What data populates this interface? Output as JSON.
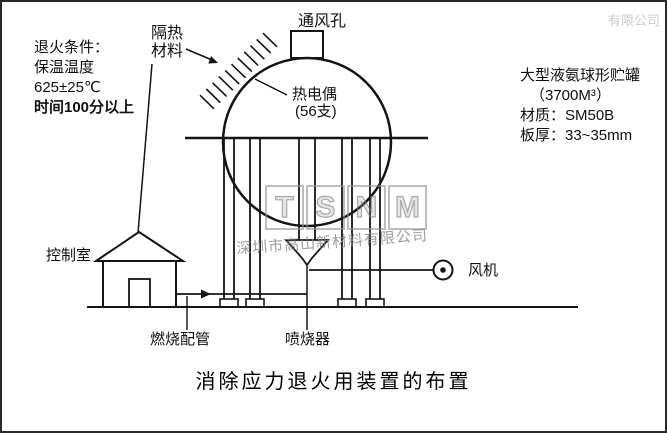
{
  "caption": "消除应力退火用装置的布置",
  "annotations": {
    "vent_label": "通风孔",
    "insulation_label_line1": "隔热",
    "insulation_label_line2": "材料",
    "thermocouple_label_line1": "热电偶",
    "thermocouple_label_line2": "(56支)",
    "control_room_label": "控制室",
    "fan_label": "风机",
    "fuel_pipe_label": "燃烧配管",
    "burner_label": "喷烧器"
  },
  "conditions": {
    "line1": "退火条件：",
    "line2": "保温温度",
    "line3": "625±25℃",
    "line4": "时间100分以上"
  },
  "tank_spec": {
    "line1": "大型液氨球形贮罐",
    "line2": "（3700M³）",
    "line3": "材质：SM50B",
    "line4": "板厚：33~35mm"
  },
  "watermark": {
    "letters": [
      "T",
      "S",
      "N",
      "M"
    ],
    "company": "深圳市高山新材料有限公司",
    "corner_fragment": "有限公司"
  },
  "colors": {
    "line": "#141414",
    "text": "#101010",
    "watermark": "#8f8f8f",
    "background": "#ffffff"
  }
}
